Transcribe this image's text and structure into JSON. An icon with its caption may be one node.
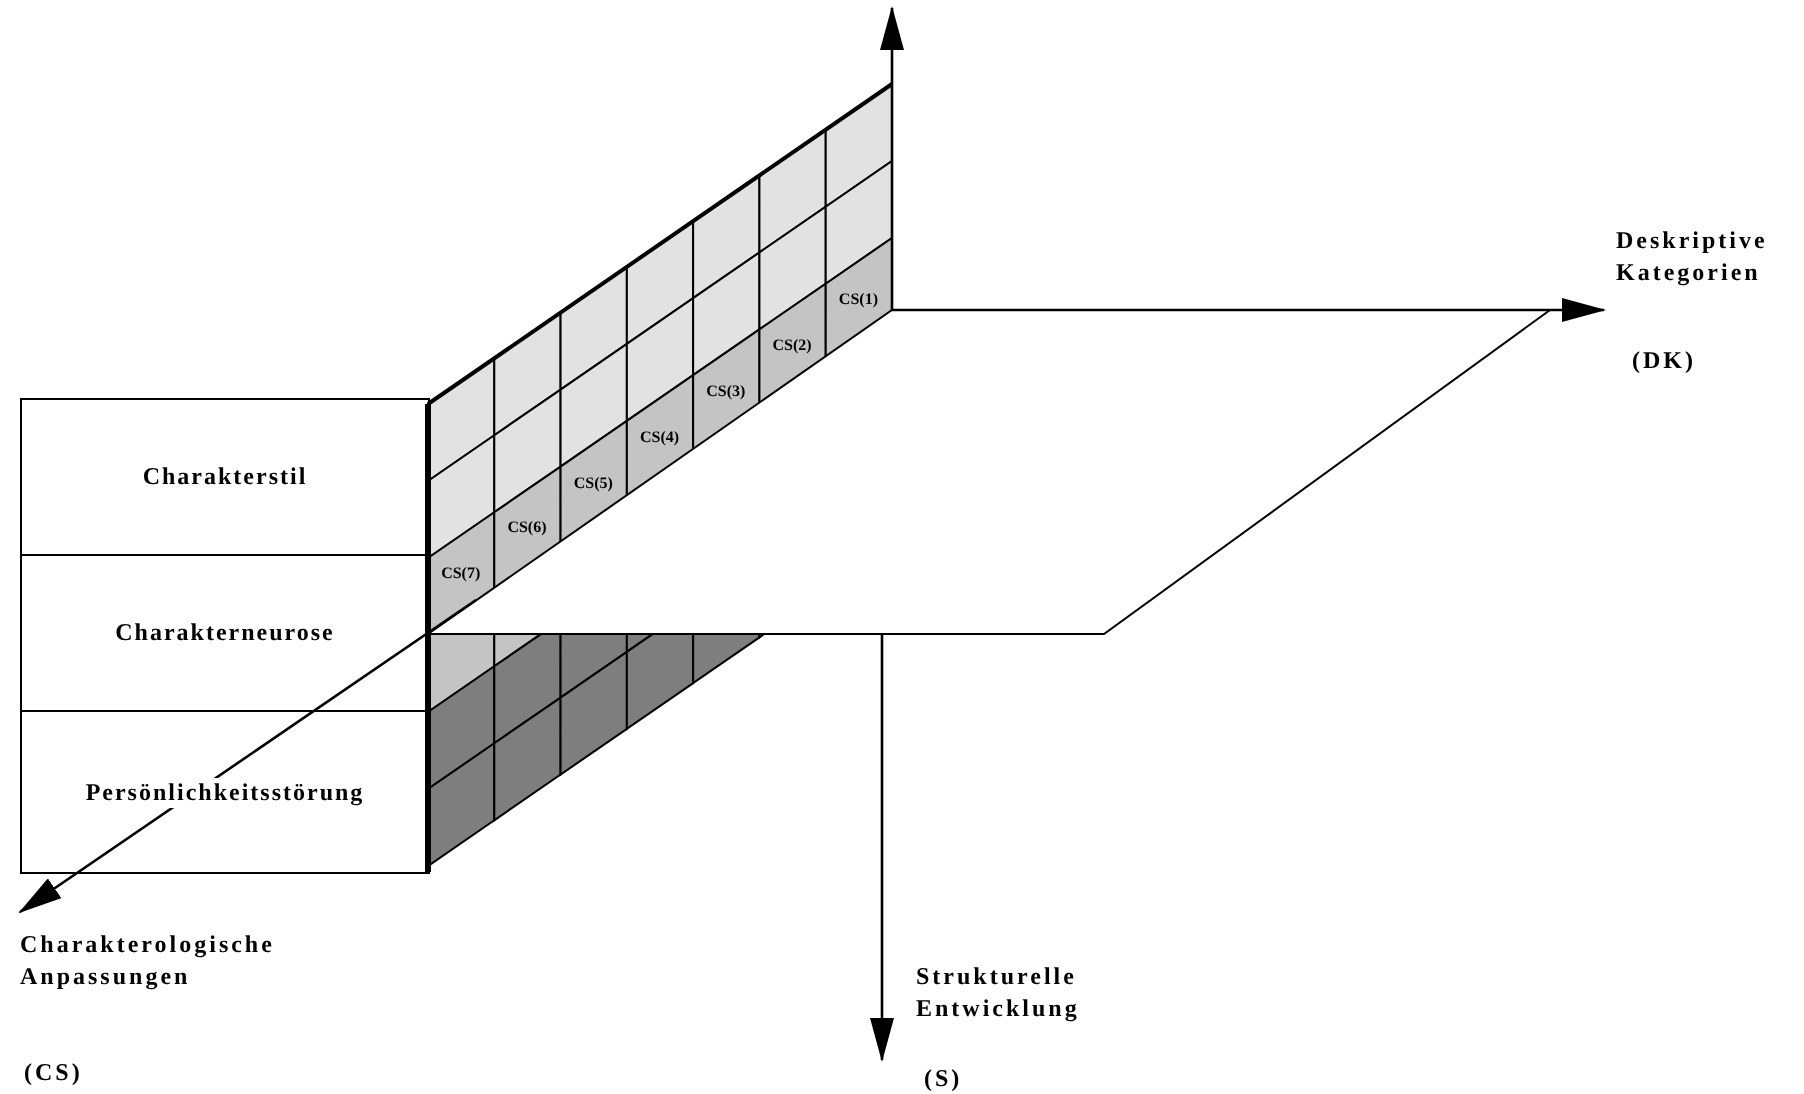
{
  "diagram": {
    "nodes": [
      {
        "text": [
          "Charakterstil"
        ]
      },
      {
        "text": [
          "Charakterneurose"
        ]
      },
      {
        "text": [
          "Persönlichkeitsstörung"
        ]
      }
    ],
    "labels": [
      "CS(1)",
      "CS(2)",
      "CS(3)",
      "CS(4)",
      "CS(5)",
      "CS(6)",
      "CS(7)",
      "Deskriptive Kategorien",
      "(DK)",
      "Charakterologische Anpassungen",
      "Strukturelle Entwicklung",
      "(CS)",
      "(S)"
    ]
  }
}
